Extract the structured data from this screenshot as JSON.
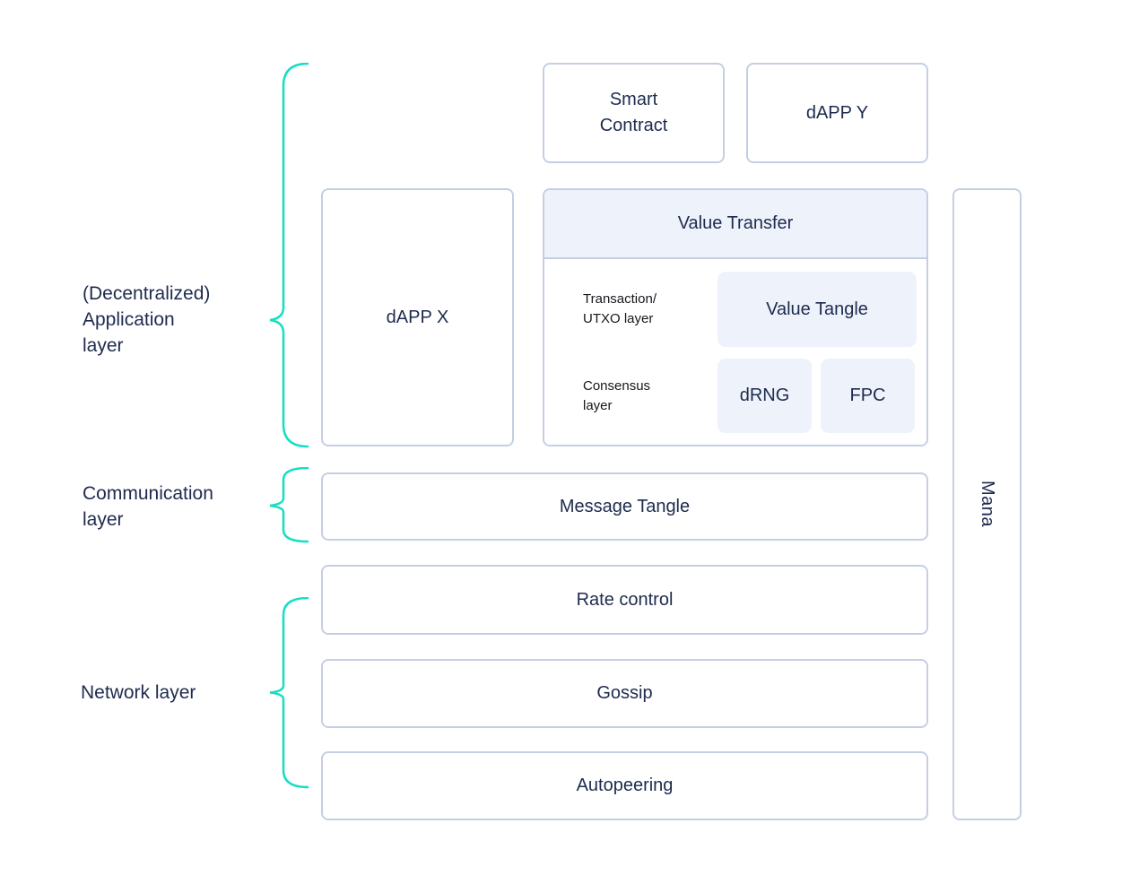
{
  "colors": {
    "background": "#ffffff",
    "box_border": "#c5cfe3",
    "box_fill": "#ffffff",
    "subbox_fill": "#eef2fa",
    "text_primary": "#1e2b4e",
    "text_secondary": "#15171c",
    "brace_teal": "#14dfc3"
  },
  "side_labels": {
    "application": [
      "(Decentralized)",
      "Application",
      "layer"
    ],
    "communication": [
      "Communication",
      "layer"
    ],
    "network": [
      "Network layer"
    ]
  },
  "boxes": {
    "smart_contract": [
      "Smart",
      "Contract"
    ],
    "dapp_y": "dAPP Y",
    "dapp_x": "dAPP X",
    "value_transfer_title": "Value Transfer",
    "transaction_label": [
      "Transaction/",
      "UTXO layer"
    ],
    "value_tangle": "Value Tangle",
    "consensus_label": [
      "Consensus",
      "layer"
    ],
    "drng": "dRNG",
    "fpc": "FPC",
    "message_tangle": "Message Tangle",
    "rate_control": "Rate control",
    "gossip": "Gossip",
    "autopeering": "Autopeering",
    "mana": "Mana"
  }
}
